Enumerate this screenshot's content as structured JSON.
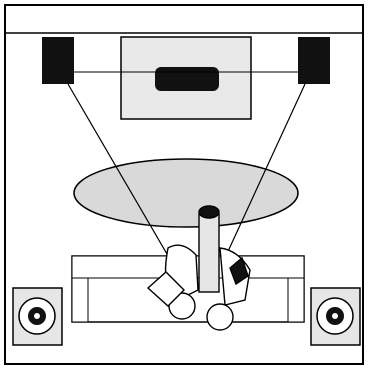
{
  "diagram": {
    "description_items": [
      {
        "name": "front-left-speaker-icon",
        "kind": "speaker"
      },
      {
        "name": "tv-with-center-speaker-icon",
        "kind": "tv"
      },
      {
        "name": "front-right-speaker-icon",
        "kind": "speaker"
      },
      {
        "name": "coffee-table-icon",
        "kind": "table"
      },
      {
        "name": "person-listener-icon",
        "kind": "person"
      },
      {
        "name": "surround-left-speaker-icon",
        "kind": "speaker"
      },
      {
        "name": "surround-right-speaker-icon",
        "kind": "speaker"
      }
    ]
  },
  "colors": {
    "line": "#000000",
    "fill_light": "#e6e6e6",
    "fill_table": "#d9d9d9",
    "fill_speaker": "#111111",
    "fill_background": "#ffffff"
  }
}
